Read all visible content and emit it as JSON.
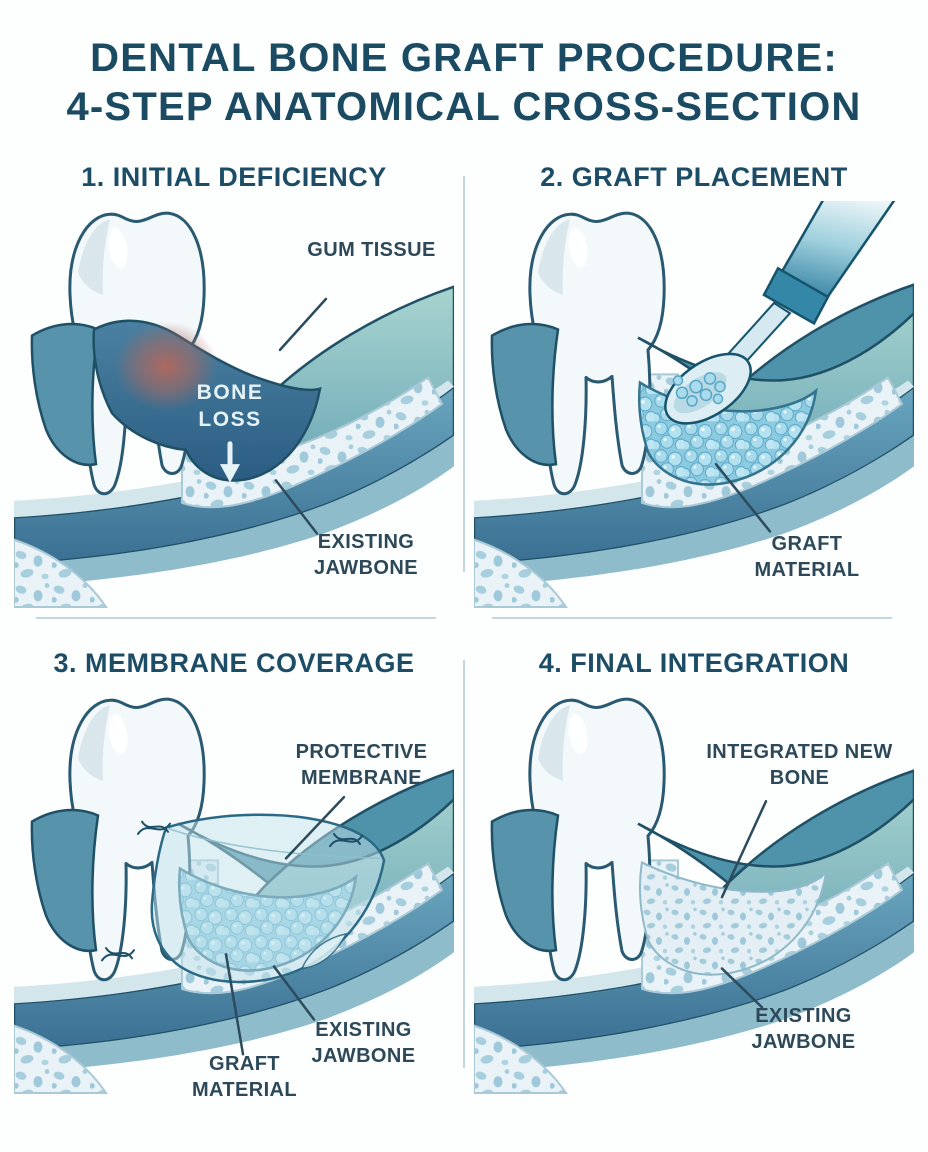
{
  "title": {
    "line1": "DENTAL BONE GRAFT PROCEDURE:",
    "line2": "4-STEP ANATOMICAL CROSS-SECTION"
  },
  "panels": [
    {
      "heading": "1. INITIAL DEFICIENCY",
      "labels": {
        "gum_tissue": "GUM TISSUE",
        "bone_loss": "BONE LOSS",
        "existing_jawbone": "EXISTING JAWBONE"
      },
      "icons": {
        "bone_loss_arrow": "↓"
      }
    },
    {
      "heading": "2. GRAFT PLACEMENT",
      "labels": {
        "graft_material": "GRAFT MATERIAL"
      }
    },
    {
      "heading": "3. MEMBRANE COVERAGE",
      "labels": {
        "protective_membrane": "PROTECTIVE MEMBRANE",
        "graft_material": "GRAFT MATERIAL",
        "existing_jawbone": "EXISTING JAWBONE"
      }
    },
    {
      "heading": "4. FINAL INTEGRATION",
      "labels": {
        "integrated_new_bone": "INTEGRATED NEW BONE",
        "existing_jawbone": "EXISTING JAWBONE"
      }
    }
  ],
  "colors": {
    "title_text": "#1b4a63",
    "heading_text": "#1d4d66",
    "label_text": "#2d4959",
    "bone_loss_text": "#e6f3f6",
    "gum_teal": "#5796ac",
    "defect_blue": "#2e6084",
    "inflammation_red": "#b3685d",
    "graft_granule": "#9ed5e6",
    "trabecular_bone": "#e9f2f6",
    "cortical_blue": "#3e7093",
    "divider": "#c3d6dd",
    "background": "#fdfefe"
  }
}
